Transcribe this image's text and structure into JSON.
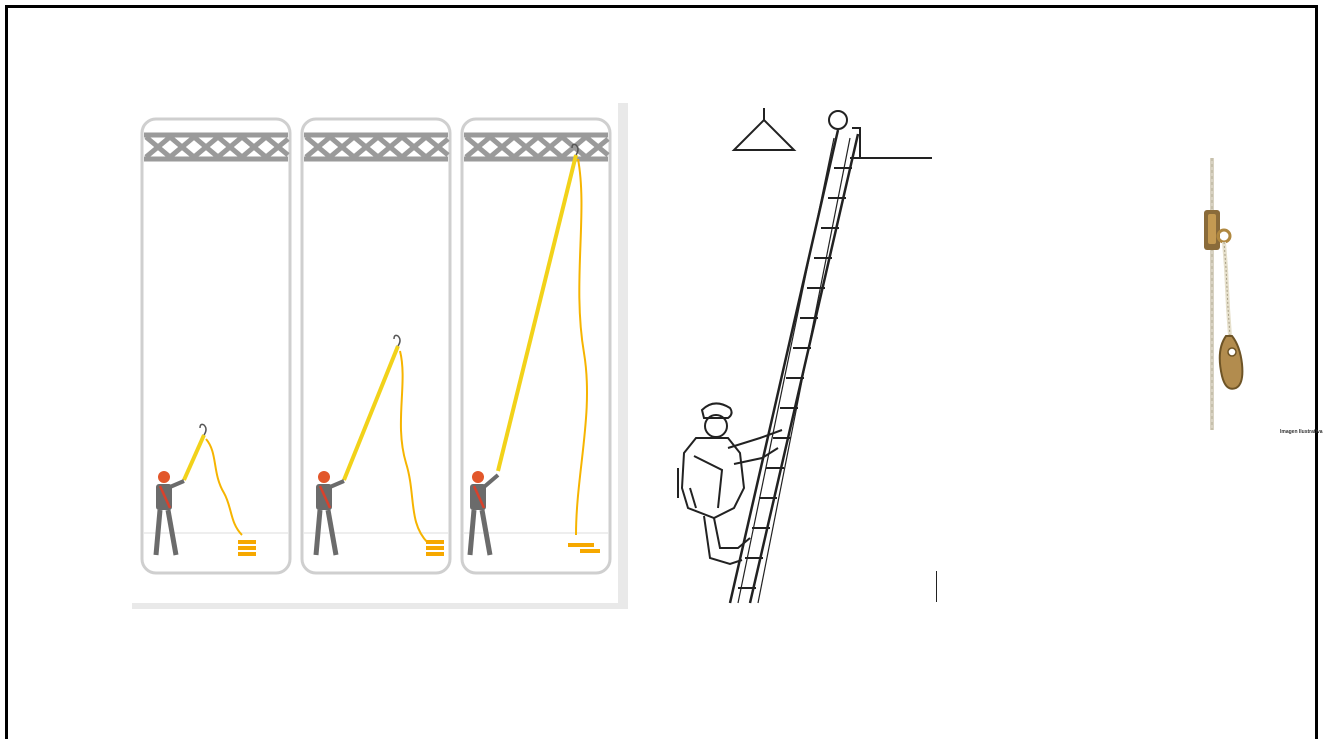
{
  "slide": {
    "images": [
      {
        "name": "extension-pole-sequence",
        "panels": 3
      },
      {
        "name": "worker-climbing-ladder"
      },
      {
        "name": "rope-grab-fall-arrester",
        "caption": "Imagen Ilustrativa"
      }
    ]
  },
  "colors": {
    "border": "#000000",
    "rope": "#f6b400",
    "pole": "#f2d21a",
    "harness": "#d9412b",
    "helmet": "#e2572b",
    "worker": "#6b6b6b",
    "truss": "#9a9a9a",
    "panel_frame": "#cfcfcf",
    "panel_bg": "#e8e8e8"
  }
}
